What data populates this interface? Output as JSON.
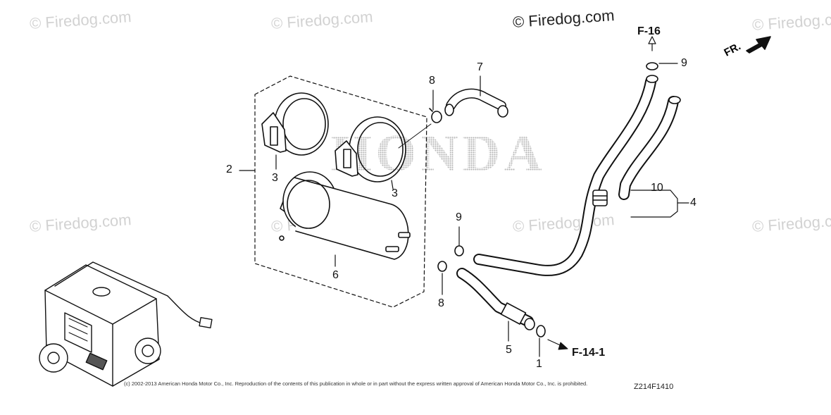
{
  "watermarks": {
    "brand_text": "HONDA",
    "site_text": "© Firedog.com",
    "site_text_main": "© Firedog.com"
  },
  "callouts": {
    "c1": "1",
    "c2": "2",
    "c3a": "3",
    "c3b": "3",
    "c4": "4",
    "c5": "5",
    "c6": "6",
    "c7": "7",
    "c8a": "8",
    "c8b": "8",
    "c9a": "9",
    "c9b": "9",
    "c10": "10"
  },
  "references": {
    "f16": "F-16",
    "f141": "F-14-1",
    "front_marker": "FR."
  },
  "footer": {
    "copyright": "(c) 2002-2013 American Honda Motor Co., Inc. Reproduction of the contents of this publication in whole or in part without the express written approval of American Honda Motor Co., Inc. is prohibited.",
    "figure_code": "Z214F1410"
  },
  "colors": {
    "line": "#111111",
    "watermark": "#d2d2d2"
  }
}
